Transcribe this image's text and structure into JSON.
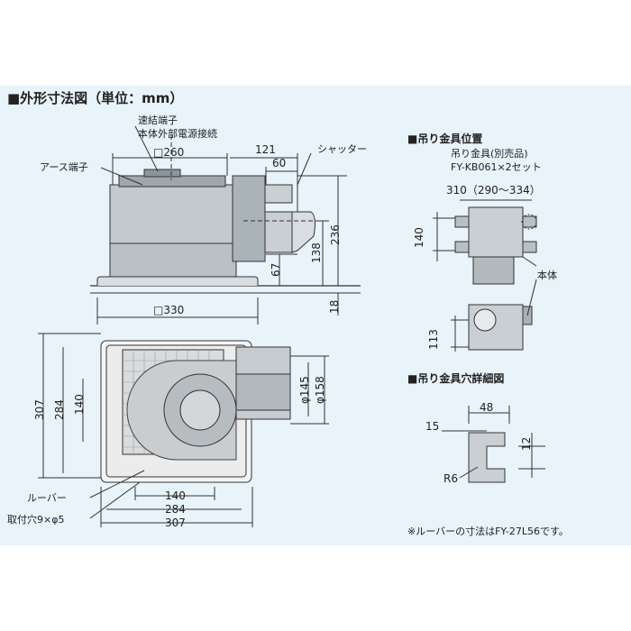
{
  "titles": {
    "main": "■外形寸法図（単位：mm）",
    "hanger_position": "■吊り金具位置",
    "hanger_hole_detail": "■吊り金具穴詳細図"
  },
  "labels": {
    "quick_terminal": "速結端子",
    "power_connection": "本体外部電源接続",
    "earth_terminal": "アース端子",
    "shutter": "シャッター",
    "louver": "ルーバー",
    "mounting_holes": "取付穴9×φ5",
    "hanger_fitting": "吊り金具(別売品)",
    "hanger_model": "FY-KB061×2セット",
    "body": "本体"
  },
  "dimensions": {
    "body_square": "□260",
    "width_121": "121",
    "width_60": "60",
    "height_236": "236",
    "height_138": "138",
    "height_67": "67",
    "height_18": "18",
    "louver_square": "□330",
    "side_307": "307",
    "side_284": "284",
    "side_140": "140",
    "diam_145": "φ145",
    "diam_158": "φ158",
    "bottom_140": "140",
    "bottom_284": "284",
    "bottom_307": "307",
    "span_310": "310（290～334）",
    "hanger_140": "140",
    "hanger_113": "113",
    "detail_48": "48",
    "detail_15": "15",
    "detail_12": "12",
    "detail_r6": "R6"
  },
  "footnote": "※ルーバーの寸法はFY-27L56です。"
}
